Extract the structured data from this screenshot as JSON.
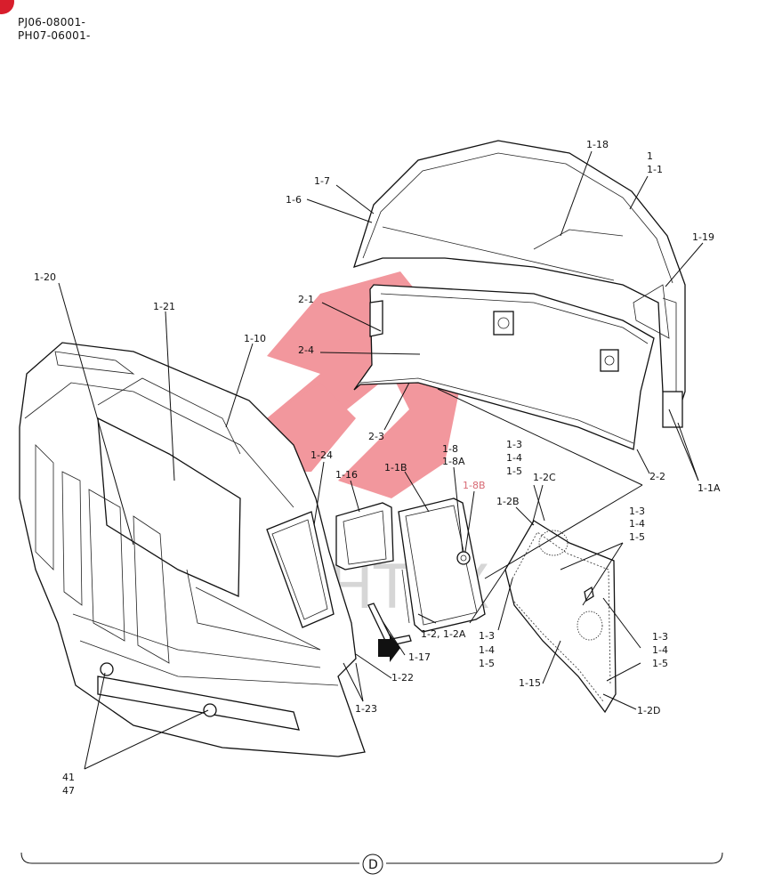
{
  "header": {
    "serial_line_1": "PJ06-08001-",
    "serial_line_2": "PH07-06001-"
  },
  "watermark": {
    "text": "ИНТЕХ",
    "color": "#e8434e"
  },
  "page_marker": "D",
  "labels": {
    "l_1": "1",
    "l_1_1": "1-1",
    "l_1_1A": "1-1A",
    "l_1_2_1_2A": "1-2, 1-2A",
    "l_1_2B": "1-2B",
    "l_1_2C": "1-2C",
    "l_1_2D": "1-2D",
    "l_1_3_a": "1-3",
    "l_1_4_a": "1-4",
    "l_1_5_a": "1-5",
    "l_1_3_b": "1-3",
    "l_1_4_b": "1-4",
    "l_1_5_b": "1-5",
    "l_1_3_c": "1-3",
    "l_1_4_c": "1-4",
    "l_1_5_c": "1-5",
    "l_1_3_d": "1-3",
    "l_1_4_d": "1-4",
    "l_1_5_d": "1-5",
    "l_1_6": "1-6",
    "l_1_7": "1-7",
    "l_1_8": "1-8",
    "l_1_8A": "1-8A",
    "l_1_8B": "1-8B",
    "l_1_10": "1-10",
    "l_1_15": "1-15",
    "l_1_16": "1-16",
    "l_1_17": "1-17",
    "l_1_18": "1-18",
    "l_1_19": "1-19",
    "l_1_1B": "1-1B",
    "l_1_20": "1-20",
    "l_1_21": "1-21",
    "l_1_22": "1-22",
    "l_1_23": "1-23",
    "l_1_24": "1-24",
    "l_2_1": "2-1",
    "l_2_2": "2-2",
    "l_2_3": "2-3",
    "l_2_4": "2-4",
    "l_41": "41",
    "l_47": "47"
  }
}
